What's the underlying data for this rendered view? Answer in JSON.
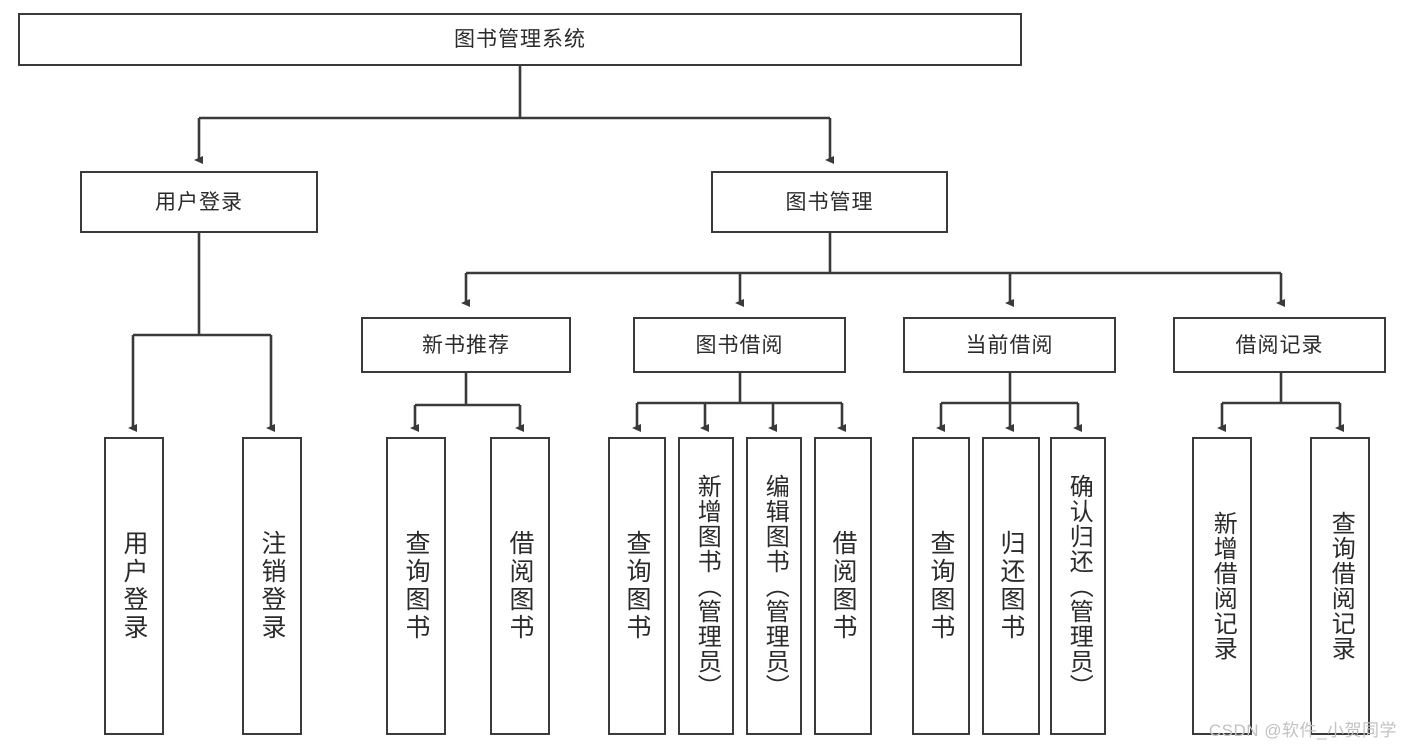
{
  "diagram": {
    "title": "图书管理系统",
    "type": "tree-hierarchy-diagram",
    "background_color": "#ffffff",
    "line_color": "#3a3a3a",
    "text_color": "#2b2b2b",
    "nodes": {
      "root": {
        "label": "图书管理系统"
      },
      "level2": [
        {
          "id": "user-login",
          "label": "用户登录"
        },
        {
          "id": "book-manage",
          "label": "图书管理"
        }
      ],
      "level3": [
        {
          "id": "new-book-recommend",
          "label": "新书推荐"
        },
        {
          "id": "book-borrow",
          "label": "图书借阅"
        },
        {
          "id": "current-borrow",
          "label": "当前借阅"
        },
        {
          "id": "borrow-record",
          "label": "借阅记录"
        }
      ],
      "leaves": {
        "user_login": [
          {
            "id": "leaf-user-login",
            "label": "用户登录"
          },
          {
            "id": "leaf-logout-login",
            "label": "注销登录"
          }
        ],
        "new_book_recommend": [
          {
            "id": "leaf-query-book-1",
            "label": "查询图书"
          },
          {
            "id": "leaf-borrow-book-1",
            "label": "借阅图书"
          }
        ],
        "book_borrow": [
          {
            "id": "leaf-query-book-2",
            "label": "查询图书"
          },
          {
            "id": "leaf-add-book",
            "label": "新增图书（管理员）"
          },
          {
            "id": "leaf-edit-book",
            "label": "编辑图书（管理员）"
          },
          {
            "id": "leaf-borrow-book-2",
            "label": "借阅图书"
          }
        ],
        "current_borrow": [
          {
            "id": "leaf-query-book-3",
            "label": "查询图书"
          },
          {
            "id": "leaf-return-book",
            "label": "归还图书"
          },
          {
            "id": "leaf-confirm-return",
            "label": "确认归还（管理员）"
          }
        ],
        "borrow_record": [
          {
            "id": "leaf-add-record",
            "label": "新增借阅记录"
          },
          {
            "id": "leaf-query-record",
            "label": "查询借阅记录"
          }
        ]
      }
    }
  },
  "watermark": {
    "text": "CSDN @软件_小贺同学",
    "color": "#c2c2c2"
  }
}
